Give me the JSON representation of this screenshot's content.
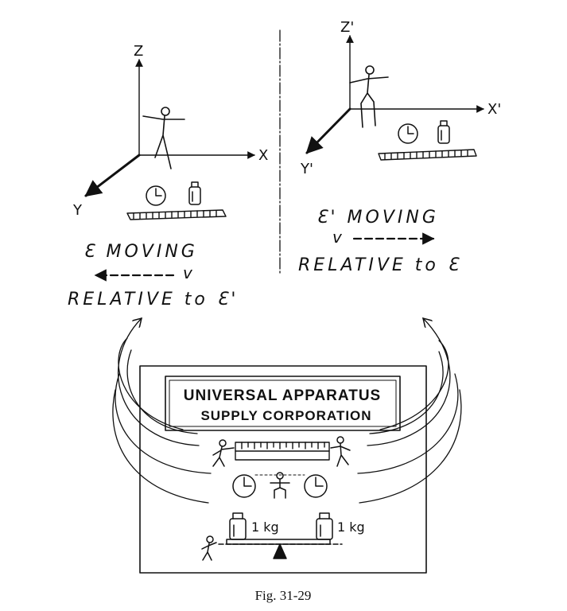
{
  "left_frame": {
    "axes": {
      "z": "Z",
      "x": "X",
      "y": "Y"
    },
    "line1": "Ɛ MOVING",
    "velocity": "v",
    "line2": "RELATIVE to Ɛ'"
  },
  "right_frame": {
    "axes": {
      "z": "Z'",
      "x": "X'",
      "y": "Y'"
    },
    "line1": "Ɛ' MOVING",
    "velocity": "v",
    "line2": "RELATIVE to Ɛ"
  },
  "sign": {
    "line1": "UNIVERSAL APPARATUS",
    "line2": "SUPPLY CORPORATION"
  },
  "weights": {
    "left": "1 kg",
    "right": "1 kg"
  },
  "caption": "Fig. 31-29"
}
